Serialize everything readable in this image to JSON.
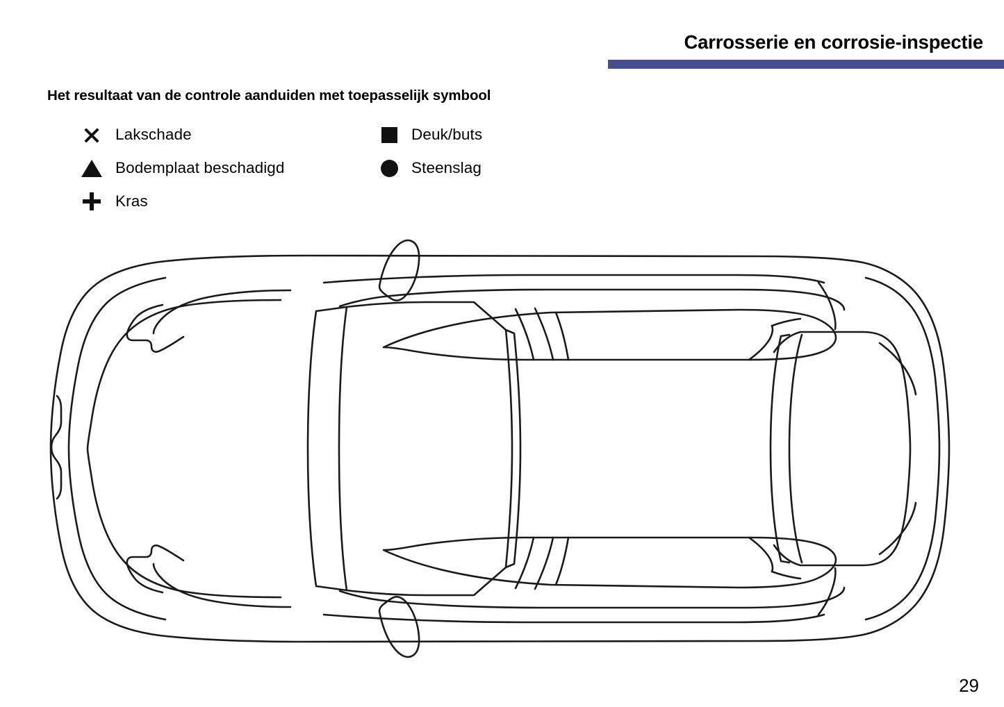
{
  "header": {
    "title": "Carrosserie en corrosie-inspectie",
    "rule_color": "#454e8e"
  },
  "instruction": "Het resultaat van de controle aanduiden met toepasselijk symbool",
  "legend": {
    "left_column": [
      {
        "symbol": "x-mark-icon",
        "label": "Lakschade"
      },
      {
        "symbol": "filled-triangle-icon",
        "label": "Bodemplaat beschadigd"
      },
      {
        "symbol": "plus-mark-icon",
        "label": "Kras"
      }
    ],
    "right_column": [
      {
        "symbol": "filled-square-icon",
        "label": "Deuk/buts"
      },
      {
        "symbol": "filled-circle-icon",
        "label": "Steenslag"
      }
    ]
  },
  "diagram": {
    "name": "car-top-view-outline",
    "description": "Lijntekening van een auto van bovenaf gezien",
    "line_color": "#1a1a1a",
    "fill_color": "#ffffff"
  },
  "page_number": "29"
}
